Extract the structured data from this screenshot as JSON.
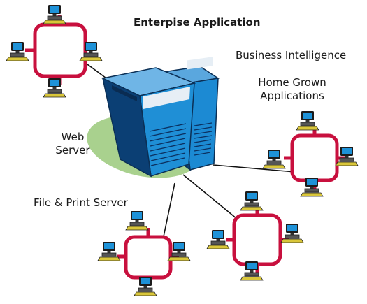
{
  "labels": {
    "enterprise_application": "Enterpise Application",
    "business_intelligence": "Business Intelligence",
    "home_grown_line1": "Home Grown",
    "home_grown_line2": "Applications",
    "web_server_line1": "Web",
    "web_server_line2": "Server",
    "file_print_server": "File & Print Server"
  },
  "colors": {
    "ring": "#c8103e",
    "tower_front": "#1f8fd6",
    "tower_dark": "#0b3f74",
    "ellipse": "#a9d18e",
    "link": "#111111"
  },
  "icons": [
    "desktop-computer-icon",
    "server-tower-icon"
  ]
}
